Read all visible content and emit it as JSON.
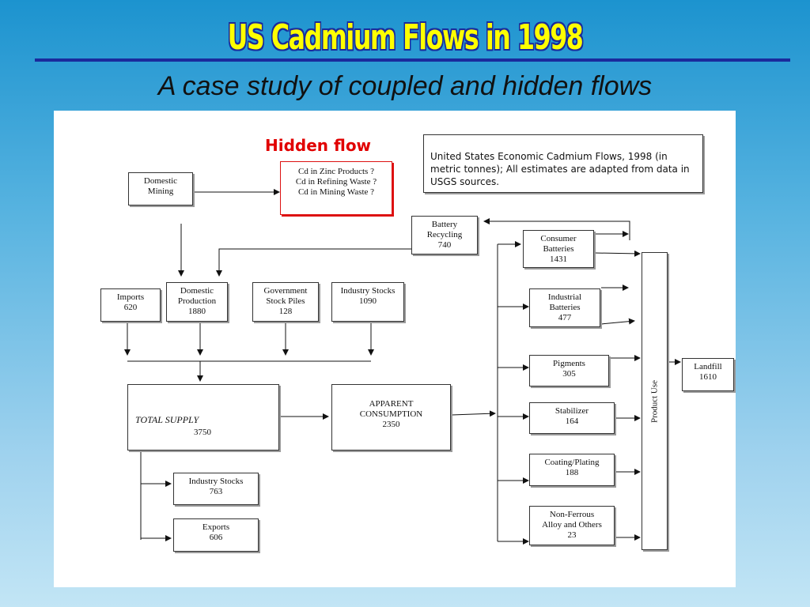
{
  "slide": {
    "title": "US Cadmium Flows in 1998",
    "subtitle": "A case study of coupled and hidden flows"
  },
  "diagram": {
    "hidden_flow_label": "Hidden flow",
    "note": "United States Economic Cadmium Flows, 1998 (in metric tonnes); All estimates are adapted from data in USGS sources.",
    "domestic_mining": [
      "Domestic",
      "Mining"
    ],
    "hidden": [
      "Cd in Zinc Products ?",
      "Cd in Refining Waste ?",
      "Cd in Mining Waste ?"
    ],
    "battery_recycling": [
      "Battery",
      "Recycling",
      "740"
    ],
    "imports": [
      "Imports",
      "620"
    ],
    "domestic_production": [
      "Domestic",
      "Production",
      "1880"
    ],
    "government_stock_piles": [
      "Government",
      "Stock Piles",
      "128"
    ],
    "industry_stocks_in": [
      "Industry Stocks",
      "1090"
    ],
    "total_supply": [
      "TOTAL SUPPLY",
      "3750"
    ],
    "apparent_consumption": [
      "APPARENT",
      "CONSUMPTION",
      "2350"
    ],
    "industry_stocks_out": [
      "Industry Stocks",
      "763"
    ],
    "exports": [
      "Exports",
      "606"
    ],
    "consumer_batteries": [
      "Consumer",
      "Batteries",
      "1431"
    ],
    "industrial_batteries": [
      "Industrial",
      "Batteries",
      "477"
    ],
    "pigments": [
      "Pigments",
      "305"
    ],
    "stabilizer": [
      "Stabilizer",
      "164"
    ],
    "coating_plating": [
      "Coating/Plating",
      "188"
    ],
    "non_ferrous": [
      "Non-Ferrous",
      "Alloy and Others",
      "23"
    ],
    "product_use": "Product Use",
    "landfill": [
      "Landfill",
      "1610"
    ]
  },
  "colors": {
    "title_fill": "#ffff00",
    "title_outline": "#1a2a9c",
    "rule": "#1a2a9c",
    "hidden_flow": "#e10000"
  }
}
